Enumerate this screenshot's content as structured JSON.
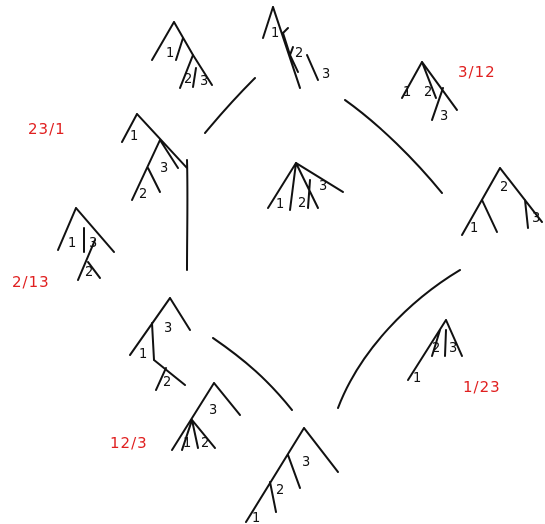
{
  "colors": {
    "ink": "#111111",
    "label": "#e02020",
    "background": "#ffffff"
  },
  "labels": {
    "l_23_1": "23/1",
    "l_3_12": "3/12",
    "l_2_13": "2/13",
    "l_12_3": "12/3",
    "l_1_23": "1/23"
  },
  "trees": {
    "t_top": {
      "a": "1",
      "b": "2",
      "c": "3"
    },
    "t_ul": {
      "a": "1",
      "b": "2",
      "c": "3"
    },
    "t_ur": {
      "a": "1",
      "b": "2",
      "c": "3"
    },
    "t_mid": {
      "a": "1",
      "b": "2",
      "c": "3"
    },
    "t_right": {
      "a": "1",
      "b": "2",
      "c": "3"
    },
    "t_left": {
      "a": "1",
      "b": "3",
      "c": "2"
    },
    "t_ll": {
      "a": "1",
      "b": "3",
      "c": "2"
    },
    "t_lowl": {
      "a": "3",
      "b": "1",
      "c": "2"
    },
    "t_12_3": {
      "a": "1",
      "b": "2",
      "c": "3"
    },
    "t_lr": {
      "a": "1",
      "b": "2",
      "c": "3"
    },
    "t_bottom": {
      "a": "1",
      "b": "2",
      "c": "3"
    }
  }
}
